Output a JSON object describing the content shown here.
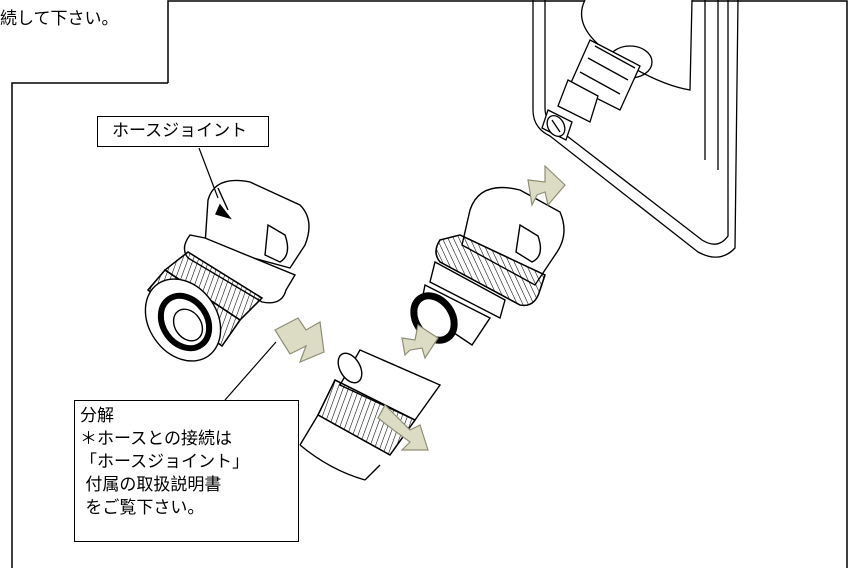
{
  "header_text": "続して下さい。",
  "callouts": {
    "hose_joint": "ホースジョイント",
    "disassembly": {
      "title": "分解",
      "lines": [
        "＊ホースとの接続は",
        "「ホースジョイント」",
        " 付属の取扱説明書",
        " をご覧下さい。"
      ]
    }
  },
  "colors": {
    "line": "#000000",
    "arrow_fill": "#dcdcc4",
    "arrow_stroke": "#8e8e78",
    "background": "#ffffff"
  }
}
